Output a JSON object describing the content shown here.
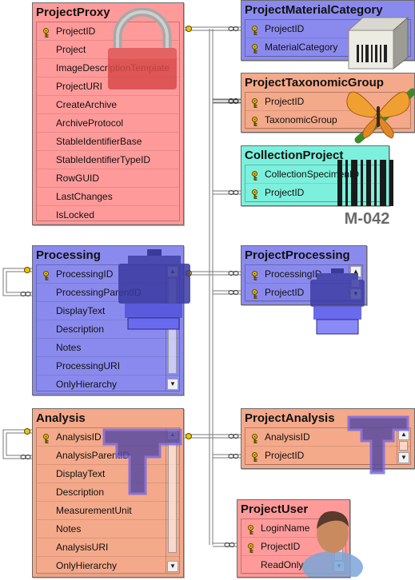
{
  "colors": {
    "pink": "#ff9a9a",
    "blue": "#8a8aee",
    "orange": "#f4a98a",
    "cyan": "#7cf0dc",
    "connector": "#7a7a7a",
    "key_gold": "#f2c300"
  },
  "tables": {
    "projectproxy": {
      "title": "ProjectProxy",
      "rows": [
        "ProjectID",
        "Project",
        "ImageDescriptionTemplate",
        "ProjectURI",
        "CreateArchive",
        "ArchiveProtocol",
        "StableIdentifierBase",
        "StableIdentifierTypeID",
        "RowGUID",
        "LastChanges",
        "IsLocked"
      ]
    },
    "processing": {
      "title": "Processing",
      "rows": [
        "ProcessingID",
        "ProcessingParentID",
        "DisplayText",
        "Description",
        "Notes",
        "ProcessingURI",
        "OnlyHierarchy"
      ]
    },
    "analysis": {
      "title": "Analysis",
      "rows": [
        "AnalysisID",
        "AnalysisParentID",
        "DisplayText",
        "Description",
        "MeasurementUnit",
        "Notes",
        "AnalysisURI",
        "OnlyHierarchy"
      ]
    },
    "projectmaterialcategory": {
      "title": "ProjectMaterialCategory",
      "rows": [
        "ProjectID",
        "MaterialCategory"
      ]
    },
    "projecttaxonomicgroup": {
      "title": "ProjectTaxonomicGroup",
      "rows": [
        "ProjectID",
        "TaxonomicGroup"
      ]
    },
    "collectionproject": {
      "title": "CollectionProject",
      "rows": [
        "CollectionSpecimenID",
        "ProjectID"
      ]
    },
    "projectprocessing": {
      "title": "ProjectProcessing",
      "rows": [
        "ProcessingID",
        "ProjectID"
      ]
    },
    "projectanalysis": {
      "title": "ProjectAnalysis",
      "rows": [
        "AnalysisID",
        "ProjectID"
      ]
    },
    "projectuser": {
      "title": "ProjectUser",
      "rows": [
        "LoginName",
        "ProjectID",
        "ReadOnly"
      ]
    }
  },
  "overlays": {
    "barcode_label": "M-042"
  }
}
